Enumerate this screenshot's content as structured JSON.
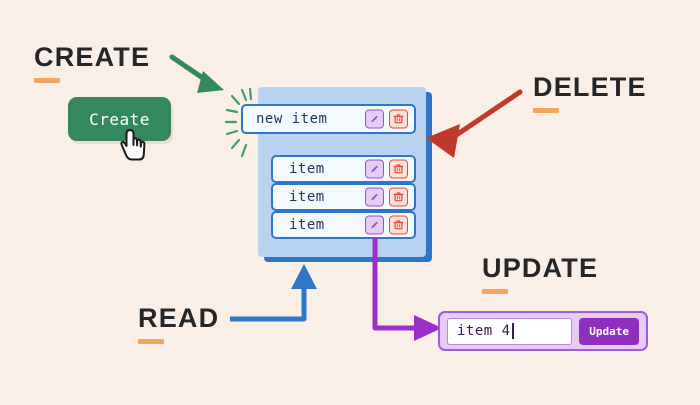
{
  "background_color": "#faefe6",
  "accent_underline_color": "#f0a560",
  "sections": {
    "create": {
      "heading": "CREATE",
      "button_label": "Create",
      "button_color": "#33885d",
      "arrow_color": "#33885d",
      "cursor_icon": "pointing-hand-cursor",
      "sparkle_icon": "sparkle-burst-icon",
      "sparkle_color": "#3e9e6e"
    },
    "read": {
      "heading": "READ",
      "arrow_color": "#2f76c8"
    },
    "update": {
      "heading": "UPDATE",
      "input_value": "item 4",
      "button_label": "Update",
      "button_color": "#8e30bd",
      "arrow_color": "#9b30c9"
    },
    "delete": {
      "heading": "DELETE",
      "arrow_color": "#c0392b"
    }
  },
  "list_panel": {
    "panel_color": "#b8d3f0",
    "border_color": "#2f76c8",
    "new_row": {
      "label": "new item",
      "edit_icon": "pencil-icon",
      "delete_icon": "trash-icon"
    },
    "items": [
      {
        "label": "item",
        "edit_icon": "pencil-icon",
        "delete_icon": "trash-icon"
      },
      {
        "label": "item",
        "edit_icon": "pencil-icon",
        "delete_icon": "trash-icon"
      },
      {
        "label": "item",
        "edit_icon": "pencil-icon",
        "delete_icon": "trash-icon"
      }
    ]
  }
}
